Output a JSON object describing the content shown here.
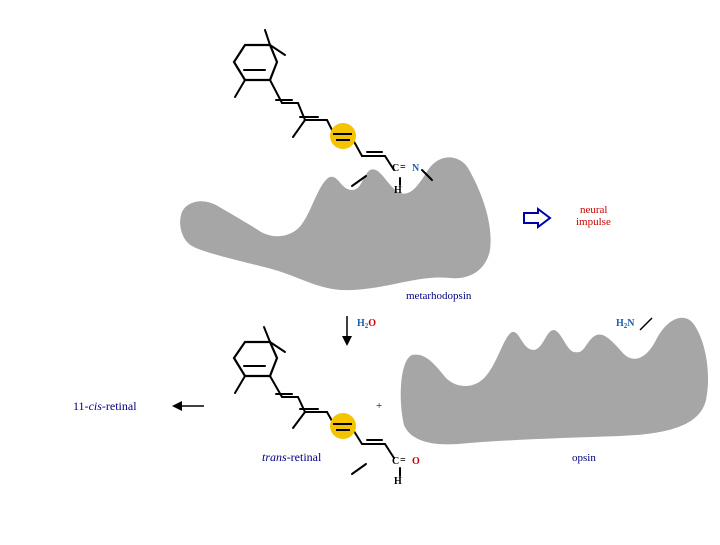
{
  "labels": {
    "metarhodopsin": "metarhodopsin",
    "neural_line1": "neural",
    "neural_line2": "impulse",
    "h2o_h": "H",
    "h2o_sub": "2",
    "h2o_o": "O",
    "h2n_h": "H",
    "h2n_sub": "2",
    "h2n_n": "N",
    "eleven_cis_prefix": "11-",
    "eleven_cis_italic": "cis",
    "eleven_cis_suffix": "-retinal",
    "trans_italic": "trans",
    "trans_suffix": "-retinal",
    "opsin": "opsin",
    "plus": "+"
  },
  "atoms": {
    "top_c": "C",
    "top_eq": "=",
    "top_n": "N",
    "top_h": "H",
    "bot_c": "C",
    "bot_eq": "=",
    "bot_o": "O",
    "bot_h": "H"
  },
  "colors": {
    "protein": "#a6a6a6",
    "highlight": "#f5c400",
    "label": "#000080",
    "neural": "#cc0000",
    "blue_atom": "#1a5fb4",
    "red_atom": "#cc0000",
    "arrow_outline": "#0000aa"
  }
}
